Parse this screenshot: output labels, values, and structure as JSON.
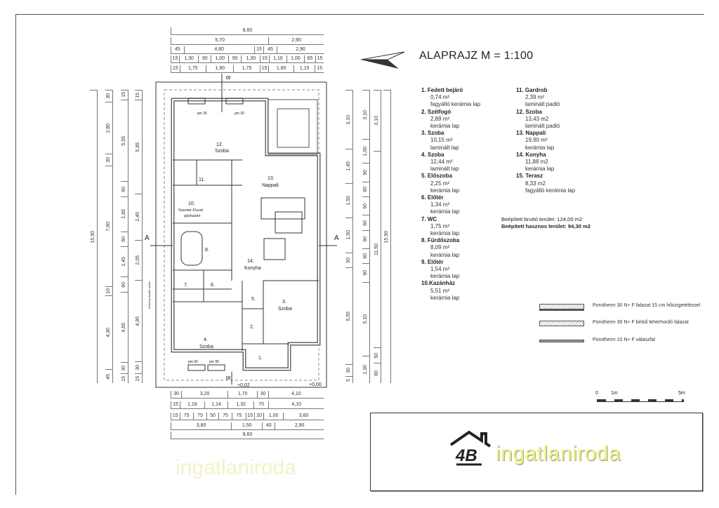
{
  "title": "ALAPRAJZ  M = 1:100",
  "rooms_col1": [
    {
      "name": "1. Fedett bejáró",
      "area": "0,74 m²",
      "floor": "fagyálló kerámia lap"
    },
    {
      "name": "2. Szélfogó",
      "area": "2,89 m²",
      "floor": "kerámia lap"
    },
    {
      "name": "3. Szoba",
      "area": "10,15 m²",
      "floor": "laminált lap"
    },
    {
      "name": "4. Szoba",
      "area": "12,44 m²",
      "floor": "laminált lap"
    },
    {
      "name": "5. Előszoba",
      "area": "2,25 m²",
      "floor": "kerámia lap"
    },
    {
      "name": "6. Előtér",
      "area": "1,34 m²",
      "floor": "kerámia lap"
    },
    {
      "name": "7. WC",
      "area": "1,75 m²",
      "floor": "kerámia lap"
    },
    {
      "name": "8. Fürdőszoba",
      "area": "8,09 m²",
      "floor": "kerámia lap"
    },
    {
      "name": "9. Előtér",
      "area": "1,54 m²",
      "floor": "kerámia lap"
    },
    {
      "name": "10.Kazánház",
      "area": "5,51 m²",
      "floor": "kerámia lap"
    }
  ],
  "rooms_col2": [
    {
      "name": "11. Gardrob",
      "area": "2,39 m²",
      "floor": "laminált padló"
    },
    {
      "name": "12. Szoba",
      "area": "13,43 m2",
      "floor": "laminált padló"
    },
    {
      "name": "13. Nappali",
      "area": "19,90 m²",
      "floor": "kerámia lap"
    },
    {
      "name": "14. Konyha",
      "area": "11,88 m2",
      "floor": "kerámia lap"
    },
    {
      "name": "15. Terasz",
      "area": "8,33 m2",
      "floor": "fagyálló kerámia lap"
    }
  ],
  "gross_area": "Beépített bruttó terület: 124,00 m2",
  "net_area": "Beépített hasznos terület:  94,30 m2",
  "legend": [
    "Porotherm 30 N+ F falazat 15 cm hőszigeteléssel",
    "Porotherm 30 N+ F belső teherhordó falazat",
    "Porotherm 10 N+ F válaszfal"
  ],
  "scale_bar": {
    "start": "0",
    "mid": "1m",
    "end": "5m"
  },
  "logo": {
    "mark": "4B",
    "text": "ingatlaniroda"
  },
  "watermark": "ingatlaniroda",
  "plan": {
    "room_labels": {
      "r12": "12.",
      "r12b": "Szoba",
      "r11": "11.",
      "r13": "13.",
      "r13b": "Nappali",
      "r10": "10.",
      "r10b": "Saunier-Duval",
      "r10c": "gázkazán",
      "r8": "8.",
      "r14": "14.",
      "r14b": "Konyha",
      "r7": "7.",
      "r6": "6.",
      "r5": "5.",
      "r3": "3.",
      "r3b": "Szoba",
      "r2": "2.",
      "r4": "4.",
      "r4b": "Szoba",
      "r1": "1."
    },
    "section_a": "A",
    "section_b": "B",
    "elev1": "+0,02",
    "elev2": "+0,00",
    "window_label": "pm 30",
    "window_label2": "pm 90",
    "chimney_note": "Kémény tisztító nyílás"
  },
  "dims_top": [
    [
      "8,60"
    ],
    [
      "5,70",
      "2,90"
    ],
    [
      "45",
      "4,80",
      "15",
      "45",
      "2,90"
    ],
    [
      "15",
      "1,30",
      "90",
      "1,00",
      "90",
      "1,30",
      "15",
      "1,10",
      "1,00",
      "65",
      "15"
    ],
    [
      "15",
      "1,75",
      "1,90",
      "1,75",
      "15",
      "1,60",
      "1,15",
      "15"
    ]
  ],
  "dims_bottom": [
    [
      "30",
      "3,20",
      "1,70",
      "30",
      "4,10"
    ],
    [
      "15",
      "1,18",
      "1,14",
      "1,32",
      "70",
      "4,10"
    ],
    [
      "15",
      "75",
      "75",
      "50",
      "75",
      "75",
      "15",
      "20",
      "1,00",
      "3,60"
    ],
    [
      "3,80",
      "1,50",
      "40",
      "2,90"
    ],
    [
      "8,60"
    ]
  ],
  "dims_left": [
    [
      "15,90"
    ],
    [
      "30",
      "2,80",
      "30",
      "7,60",
      "10",
      "4,30",
      "45"
    ],
    [
      "15",
      "5,55",
      "60",
      "1,85",
      "60",
      "1,45",
      "60",
      "4,65",
      "30",
      "15"
    ],
    [
      "15",
      "5,85",
      "2,45",
      "2,05",
      "4,95",
      "30",
      "15"
    ]
  ],
  "dims_right": [
    [
      "3,10",
      "1,45",
      "1,50",
      "1,50",
      "50",
      "5,55",
      "30",
      "5"
    ],
    [
      "3,10",
      "1,00",
      "90",
      "60",
      "90",
      "60",
      "90",
      "60",
      "90",
      "5,10",
      "1,30"
    ],
    [
      "3,10",
      "11,50",
      "50",
      "80"
    ],
    [
      "15,90"
    ]
  ]
}
